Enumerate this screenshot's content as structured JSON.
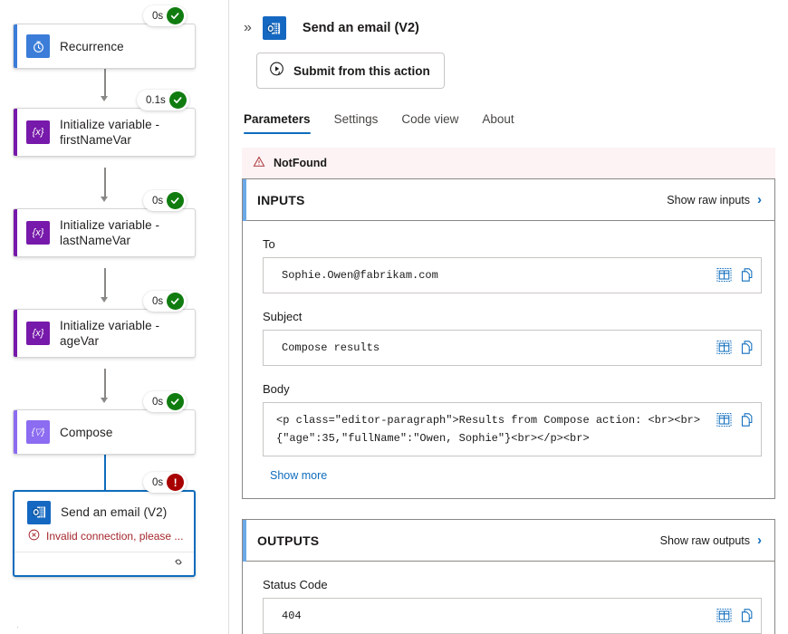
{
  "canvas": {
    "nodes": [
      {
        "title": "Recurrence",
        "title2": "",
        "icon": "clock-icon",
        "accent": "#3b7dd8",
        "icon_bg": "#3b7dd8",
        "duration": "0s",
        "status": "ok",
        "selected": false
      },
      {
        "title": "Initialize variable -",
        "title2": "firstNameVar",
        "icon": "variable-icon",
        "accent": "#7719aa",
        "icon_bg": "#7719aa",
        "duration": "0.1s",
        "status": "ok",
        "selected": false
      },
      {
        "title": "Initialize variable -",
        "title2": "lastNameVar",
        "icon": "variable-icon",
        "accent": "#7719aa",
        "icon_bg": "#7719aa",
        "duration": "0s",
        "status": "ok",
        "selected": false
      },
      {
        "title": "Initialize variable -",
        "title2": "ageVar",
        "icon": "variable-icon",
        "accent": "#7719aa",
        "icon_bg": "#7719aa",
        "duration": "0s",
        "status": "ok",
        "selected": false
      },
      {
        "title": "Compose",
        "title2": "",
        "icon": "compose-icon",
        "accent": "#8c6cf0",
        "icon_bg": "#8c6cf0",
        "duration": "0s",
        "status": "ok",
        "selected": false
      },
      {
        "title": "Send an email (V2)",
        "title2": "",
        "icon": "outlook-icon",
        "accent": "#0f6cbd",
        "icon_bg": "#1568c1",
        "duration": "0s",
        "status": "error",
        "selected": true,
        "error_text": "Invalid connection, please ...",
        "footer_icon": "broken-link-icon"
      }
    ]
  },
  "panel": {
    "expand_icon": "chevron-double-right-icon",
    "action_icon": "outlook-icon",
    "title": "Send an email (V2)",
    "submit_button": "Submit from this action",
    "submit_icon": "play-circle-icon",
    "tabs": [
      {
        "label": "Parameters",
        "active": true
      },
      {
        "label": "Settings",
        "active": false
      },
      {
        "label": "Code view",
        "active": false
      },
      {
        "label": "About",
        "active": false
      }
    ],
    "error_banner": {
      "icon": "warning-triangle-icon",
      "text": "NotFound"
    },
    "inputs": {
      "title": "INPUTS",
      "raw_link": "Show raw inputs",
      "raw_icon": "chevron-right-icon",
      "fields": [
        {
          "label": "To",
          "value": "Sophie.Owen@fabrikam.com"
        },
        {
          "label": "Subject",
          "value": "Compose results"
        },
        {
          "label": "Body",
          "value": "<p class=\"editor-paragraph\">Results from Compose action: <br><br>{\"age\":35,\"fullName\":\"Owen, Sophie\"}<br></p><br>"
        }
      ],
      "show_more": "Show more"
    },
    "outputs": {
      "title": "OUTPUTS",
      "raw_link": "Show raw outputs",
      "raw_icon": "chevron-right-icon",
      "fields": [
        {
          "label": "Status Code",
          "value": "404"
        }
      ]
    },
    "field_icons": {
      "table": "table-view-icon",
      "copy": "copy-icon"
    }
  },
  "colors": {
    "accent": "#0f6cbd",
    "success": "#107c10",
    "error": "#a80000",
    "error_text": "#a4262c",
    "error_bg": "#fdf3f4"
  }
}
